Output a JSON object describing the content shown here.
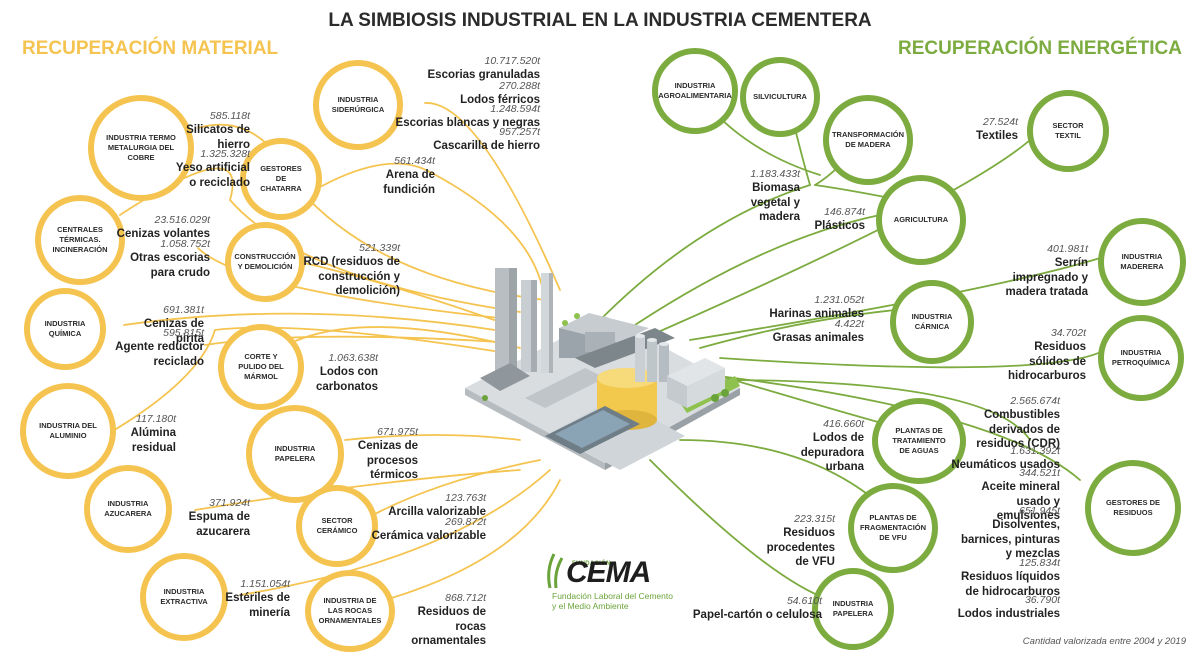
{
  "title": "LA SIMBIOSIS INDUSTRIAL EN LA INDUSTRIA CEMENTERA",
  "sections": {
    "material": "RECUPERACIÓN MATERIAL",
    "energetica": "RECUPERACIÓN ENERGÉTICA"
  },
  "colors": {
    "material": "#f5c450",
    "energetica": "#7cab3f",
    "text": "#2b2b2b"
  },
  "nodes": {
    "siderurgica": "INDUSTRIA SIDERÚRGICA",
    "termometalurgia": "INDUSTRIA TERMO METALURGIA DEL COBRE",
    "chatarra": "GESTORES DE CHATARRA",
    "centrales": "CENTRALES TÉRMICAS. INCINERACIÓN",
    "construccion": "CONSTRUCCIÓN Y DEMOLICIÓN",
    "quimica": "INDUSTRIA QUÍMICA",
    "marmol": "CORTE Y PULIDO DEL MÁRMOL",
    "aluminio": "INDUSTRIA DEL ALUMINIO",
    "papelera_izq": "INDUSTRIA PAPELERA",
    "azucarera": "INDUSTRIA AZUCARERA",
    "ceramico": "SECTOR CERÁMICO",
    "extractiva": "INDUSTRIA EXTRACTIVA",
    "rocas": "INDUSTRIA DE LAS ROCAS ORNAMENTALES",
    "agroalimentaria": "INDUSTRIA AGROALIMENTARIA",
    "silvicultura": "SILVICULTURA",
    "transformacion": "TRANSFORMACIÓN DE MADERA",
    "textil": "SECTOR TEXTIL",
    "agricultura": "AGRICULTURA",
    "maderera": "INDUSTRIA MADERERA",
    "carnica": "INDUSTRIA CÁRNICA",
    "petroquimica": "INDUSTRIA PETROQUÍMICA",
    "depuradora": "PLANTAS DE TRATAMIENTO DE AGUAS",
    "gestores_residuos": "GESTORES DE RESIDUOS",
    "vfu": "PLANTAS DE FRAGMENTACIÓN DE VFU",
    "papelera_der": "INDUSTRIA PAPELERA"
  },
  "flows": {
    "escorias_granuladas": {
      "amount": "10.717.520t",
      "material": "Escorias granuladas"
    },
    "lodos_ferricos": {
      "amount": "270.288t",
      "material": "Lodos férricos"
    },
    "escorias_blancas": {
      "amount": "1.248.594t",
      "material": "Escorias blancas y negras"
    },
    "cascarilla": {
      "amount": "957.257t",
      "material": "Cascarilla de hierro"
    },
    "silicatos": {
      "amount": "585.118t",
      "material": "Silicatos de hierro"
    },
    "yeso": {
      "amount": "1.325.328t",
      "material": "Yeso artificial o reciclado"
    },
    "arena": {
      "amount": "561.434t",
      "material": "Arena de fundición"
    },
    "cenizas_volantes": {
      "amount": "23.516.029t",
      "material": "Cenizas volantes"
    },
    "otras_escorias": {
      "amount": "1.058.752t",
      "material": "Otras escorias para crudo"
    },
    "rcd": {
      "amount": "521.339t",
      "material": "RCD (residuos de construcción y demolición)"
    },
    "pirita": {
      "amount": "691.381t",
      "material": "Cenizas de pirita"
    },
    "agente": {
      "amount": "595.815t",
      "material": "Agente reductor reciclado"
    },
    "lodos_carbonatos": {
      "amount": "1.063.638t",
      "material": "Lodos con carbonatos"
    },
    "alumina": {
      "amount": "117.180t",
      "material": "Alúmina residual"
    },
    "cenizas_termicos": {
      "amount": "671.975t",
      "material": "Cenizas de procesos térmicos"
    },
    "espuma": {
      "amount": "371.924t",
      "material": "Espuma de azucarera"
    },
    "arcilla": {
      "amount": "123.763t",
      "material": "Arcilla valorizable"
    },
    "ceramica": {
      "amount": "269.872t",
      "material": "Cerámica valorizable"
    },
    "esteriles": {
      "amount": "1.151.054t",
      "material": "Estériles de minería"
    },
    "rocas": {
      "amount": "868.712t",
      "material": "Residuos de rocas ornamentales"
    },
    "biomasa": {
      "amount": "1.183.433t",
      "material": "Biomasa vegetal y madera"
    },
    "plasticos": {
      "amount": "146.874t",
      "material": "Plásticos"
    },
    "textiles": {
      "amount": "27.524t",
      "material": "Textiles"
    },
    "serrin": {
      "amount": "401.981t",
      "material": "Serrín impregnado y madera tratada"
    },
    "harinas": {
      "amount": "1.231.052t",
      "material": "Harinas animales"
    },
    "grasas": {
      "amount": "4.422t",
      "material": "Grasas animales"
    },
    "solidos_hc": {
      "amount": "34.702t",
      "material": "Residuos sólidos de hidrocarburos"
    },
    "cdr": {
      "amount": "2.565.674t",
      "material": "Combustibles derivados de residuos (CDR)"
    },
    "neumaticos": {
      "amount": "1.631.392t",
      "material": "Neumáticos usados"
    },
    "aceite": {
      "amount": "344.521t",
      "material": "Aceite mineral usado y emulsiones"
    },
    "disolventes": {
      "amount": "651.945t",
      "material": "Disolventes, barnices, pinturas y mezclas"
    },
    "liquidos_hc": {
      "amount": "125.834t",
      "material": "Residuos líquidos de hidrocarburos"
    },
    "lodos_industriales": {
      "amount": "36.790t",
      "material": "Lodos industriales"
    },
    "lodos_depuradora": {
      "amount": "416.660t",
      "material": "Lodos de depuradora urbana"
    },
    "vfu": {
      "amount": "223.315t",
      "material": "Residuos procedentes de VFU"
    },
    "papel": {
      "amount": "54.610t",
      "material": "Papel-cartón o celulosa"
    }
  },
  "logo": {
    "superscript": "FUNDACIÓN",
    "name": "CEMA",
    "line1": "Fundación Laboral del Cemento",
    "line2": "y el Medio Ambiente"
  },
  "footnote": "Cantidad valorizada entre 2004 y 2019"
}
